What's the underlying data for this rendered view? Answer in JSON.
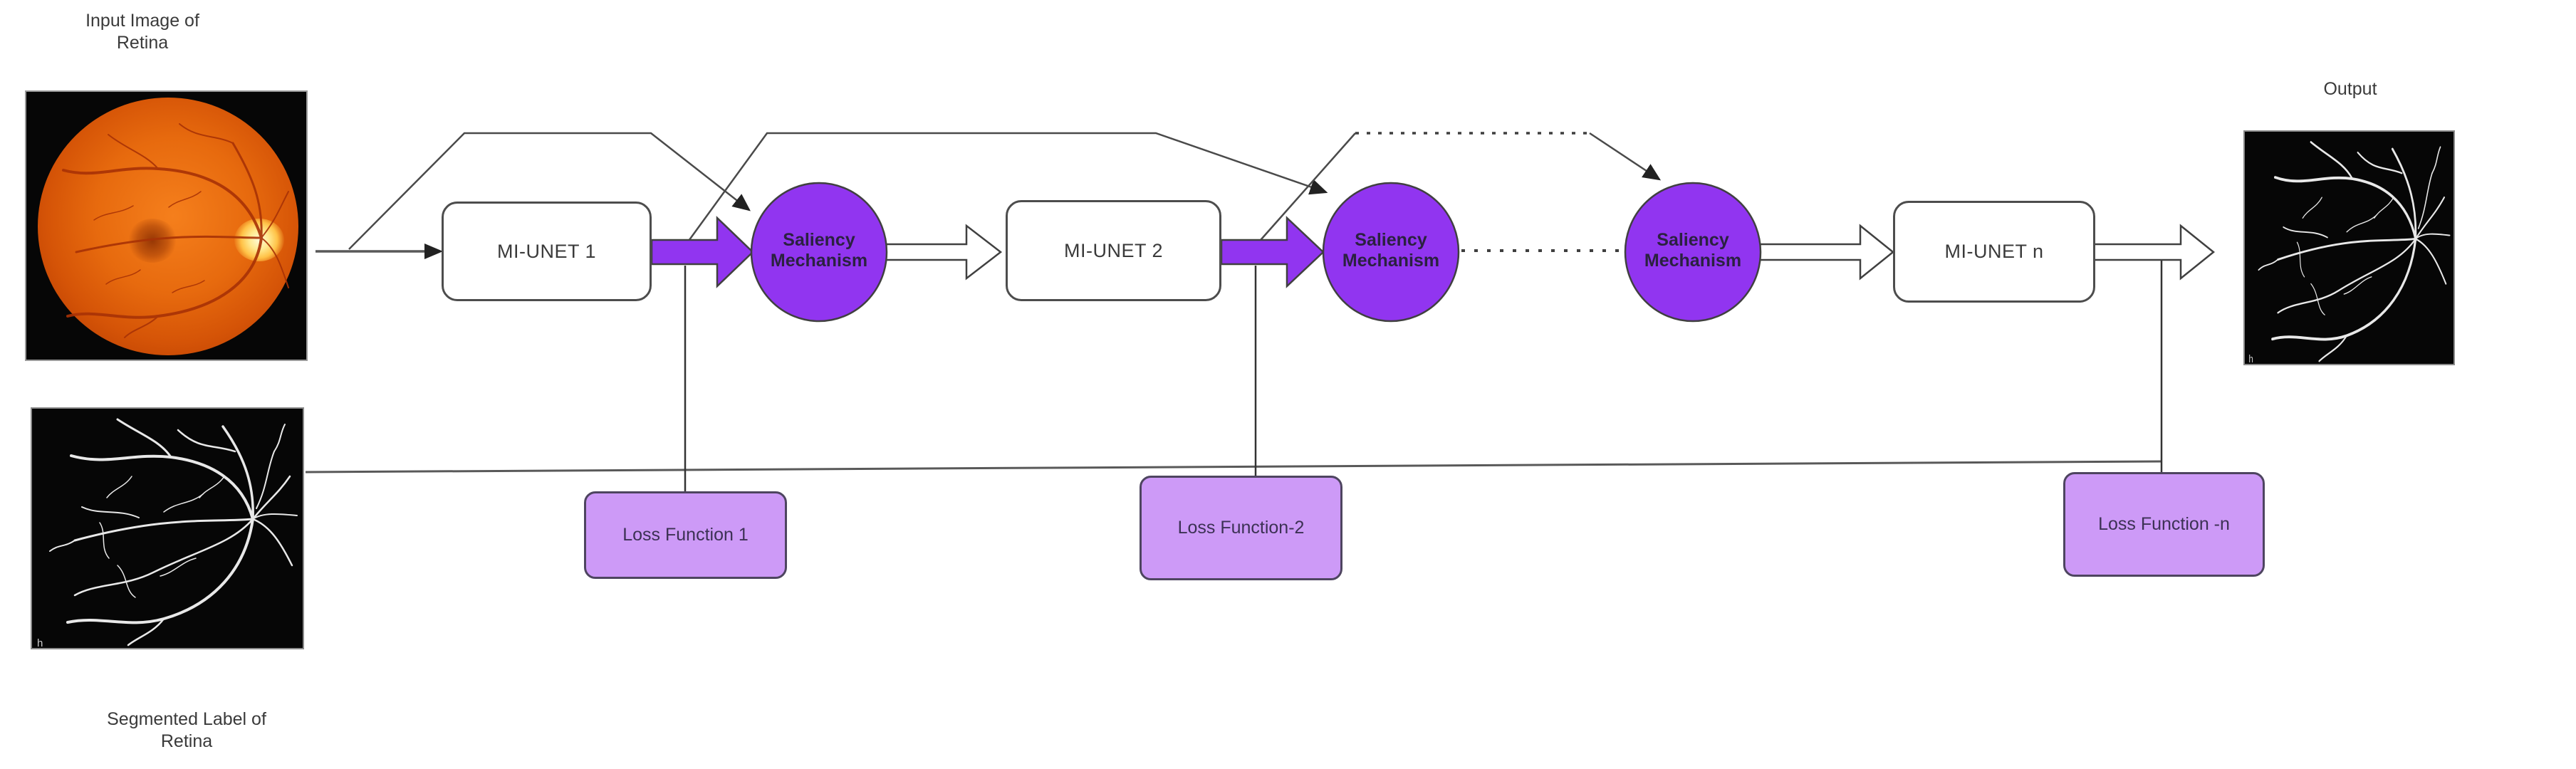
{
  "labels": {
    "input": {
      "line1": "Input Image of",
      "line2": "Retina"
    },
    "segmented": {
      "line1": "Segmented Label of",
      "line2": "Retina"
    },
    "output": "Output"
  },
  "nodes": {
    "unet": [
      {
        "label": "MI-UNET 1"
      },
      {
        "label": "MI-UNET 2"
      },
      {
        "label": "MI-UNET n"
      }
    ],
    "saliency": [
      {
        "line1": "Saliency",
        "line2": "Mechanism"
      },
      {
        "line1": "Saliency",
        "line2": "Mechanism"
      },
      {
        "line1": "Saliency",
        "line2": "Mechanism"
      }
    ],
    "loss": [
      {
        "label": "Loss Function 1"
      },
      {
        "label": "Loss Function-2"
      },
      {
        "label": "Loss Function -n"
      }
    ]
  },
  "watermark": "h",
  "colors": {
    "violet": "#9135f0",
    "light_purple": "#cd9af7",
    "line_gray": "#595959",
    "border_gray": "#4a4a4a",
    "white": "#ffffff"
  }
}
